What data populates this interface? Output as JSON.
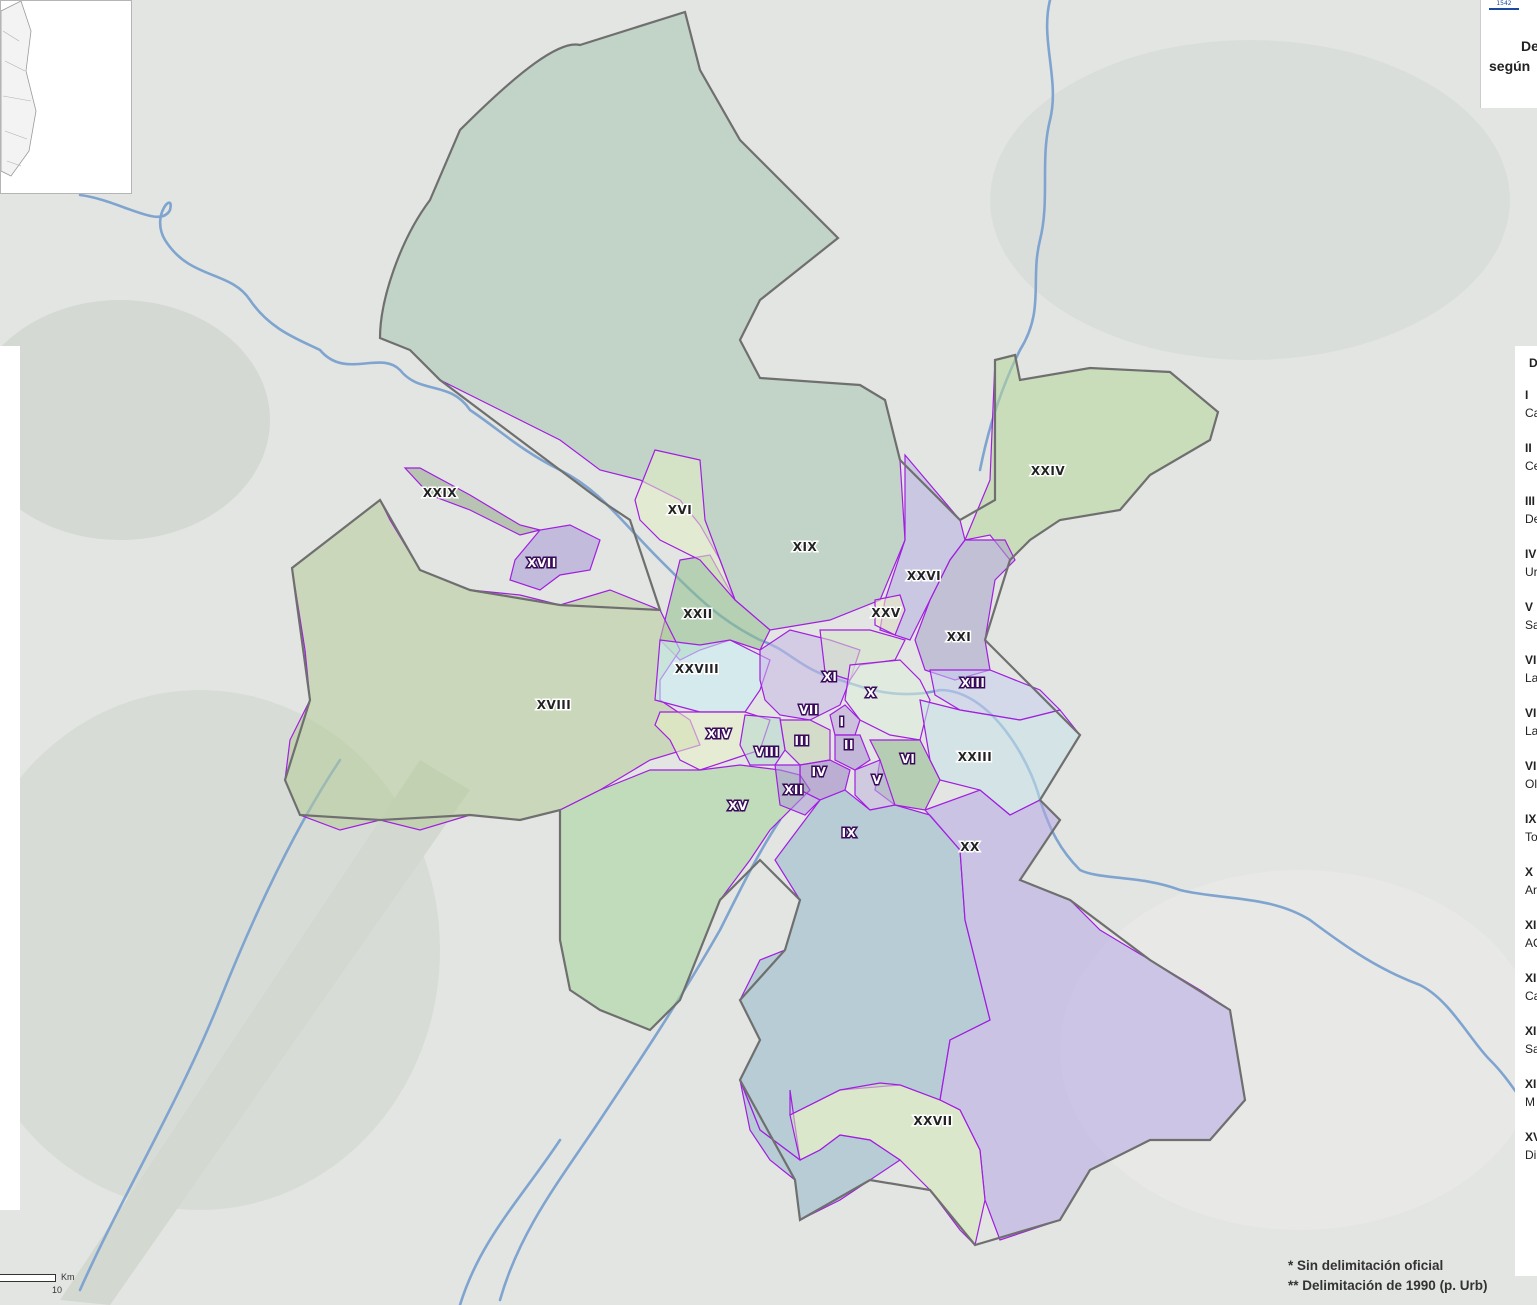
{
  "title": {
    "line1": "De",
    "line2": "según"
  },
  "inset_logo": "1542",
  "districts": [
    {
      "id": "I",
      "color": "#b9a3d8"
    },
    {
      "id": "II",
      "color": "#a892d0"
    },
    {
      "id": "III",
      "color": "#c4d6b4"
    },
    {
      "id": "IV",
      "color": "#9a82c4"
    },
    {
      "id": "V",
      "color": "#c0b4de"
    },
    {
      "id": "VI",
      "color": "#8fba8c"
    },
    {
      "id": "VII",
      "color": "#c8b8e8"
    },
    {
      "id": "VIII",
      "color": "#b7d9d0"
    },
    {
      "id": "IX",
      "color": "#93b8c8"
    },
    {
      "id": "X",
      "color": "#dfeedd"
    },
    {
      "id": "XI",
      "color": "#d5e6c6"
    },
    {
      "id": "XII",
      "color": "#a99bd3"
    },
    {
      "id": "XIII",
      "color": "#c9cfee"
    },
    {
      "id": "XIV",
      "color": "#eaf0c8"
    },
    {
      "id": "XV",
      "color": "#a6d59b"
    },
    {
      "id": "XVI",
      "color": "#e3efc4"
    },
    {
      "id": "XVII",
      "color": "#a799d6"
    },
    {
      "id": "XVIII",
      "color": "#b7cc9b"
    },
    {
      "id": "XIX",
      "color": "#a8c4b0"
    },
    {
      "id": "XX",
      "color": "#b6a8e6"
    },
    {
      "id": "XXI",
      "color": "#a7a3c9"
    },
    {
      "id": "XXII",
      "color": "#8fbf8a"
    },
    {
      "id": "XXIII",
      "color": "#c7e1ea"
    },
    {
      "id": "XXIV",
      "color": "#b6d79b"
    },
    {
      "id": "XXV",
      "color": "#eef1c4"
    },
    {
      "id": "XXVI",
      "color": "#b4aee0"
    },
    {
      "id": "XXVII",
      "color": "#d6eab8"
    },
    {
      "id": "XXVIII",
      "color": "#c9eef4"
    },
    {
      "id": "XXIX",
      "color": "#95a98a"
    }
  ],
  "legend": {
    "header": "D",
    "items": [
      {
        "num": "I",
        "name": "Ca"
      },
      {
        "num": "II",
        "name": "Ce"
      },
      {
        "num": "III",
        "name": "De"
      },
      {
        "num": "IV",
        "name": "Ur"
      },
      {
        "num": "V",
        "name": "Sa"
      },
      {
        "num": "VI",
        "name": "La"
      },
      {
        "num": "VI",
        "name": "La"
      },
      {
        "num": "VI",
        "name": "Ol"
      },
      {
        "num": "IX",
        "name": "To"
      },
      {
        "num": "X",
        "name": "Ar"
      },
      {
        "num": "XI",
        "name": "AC"
      },
      {
        "num": "XI",
        "name": "Ca"
      },
      {
        "num": "XI",
        "name": "Sa"
      },
      {
        "num": "XI",
        "name": "M"
      },
      {
        "num": "XV",
        "name": "Di"
      }
    ]
  },
  "notes": {
    "line1": "* Sin delimitación oficial",
    "line2": "** Delimitación de 1990 (p. Urb)"
  },
  "scale": {
    "unit": "Km",
    "value": "10"
  },
  "colors": {
    "district_border": "#a21ee0",
    "municipal_border": "#6f6f6f",
    "river": "#7fa4cf"
  }
}
